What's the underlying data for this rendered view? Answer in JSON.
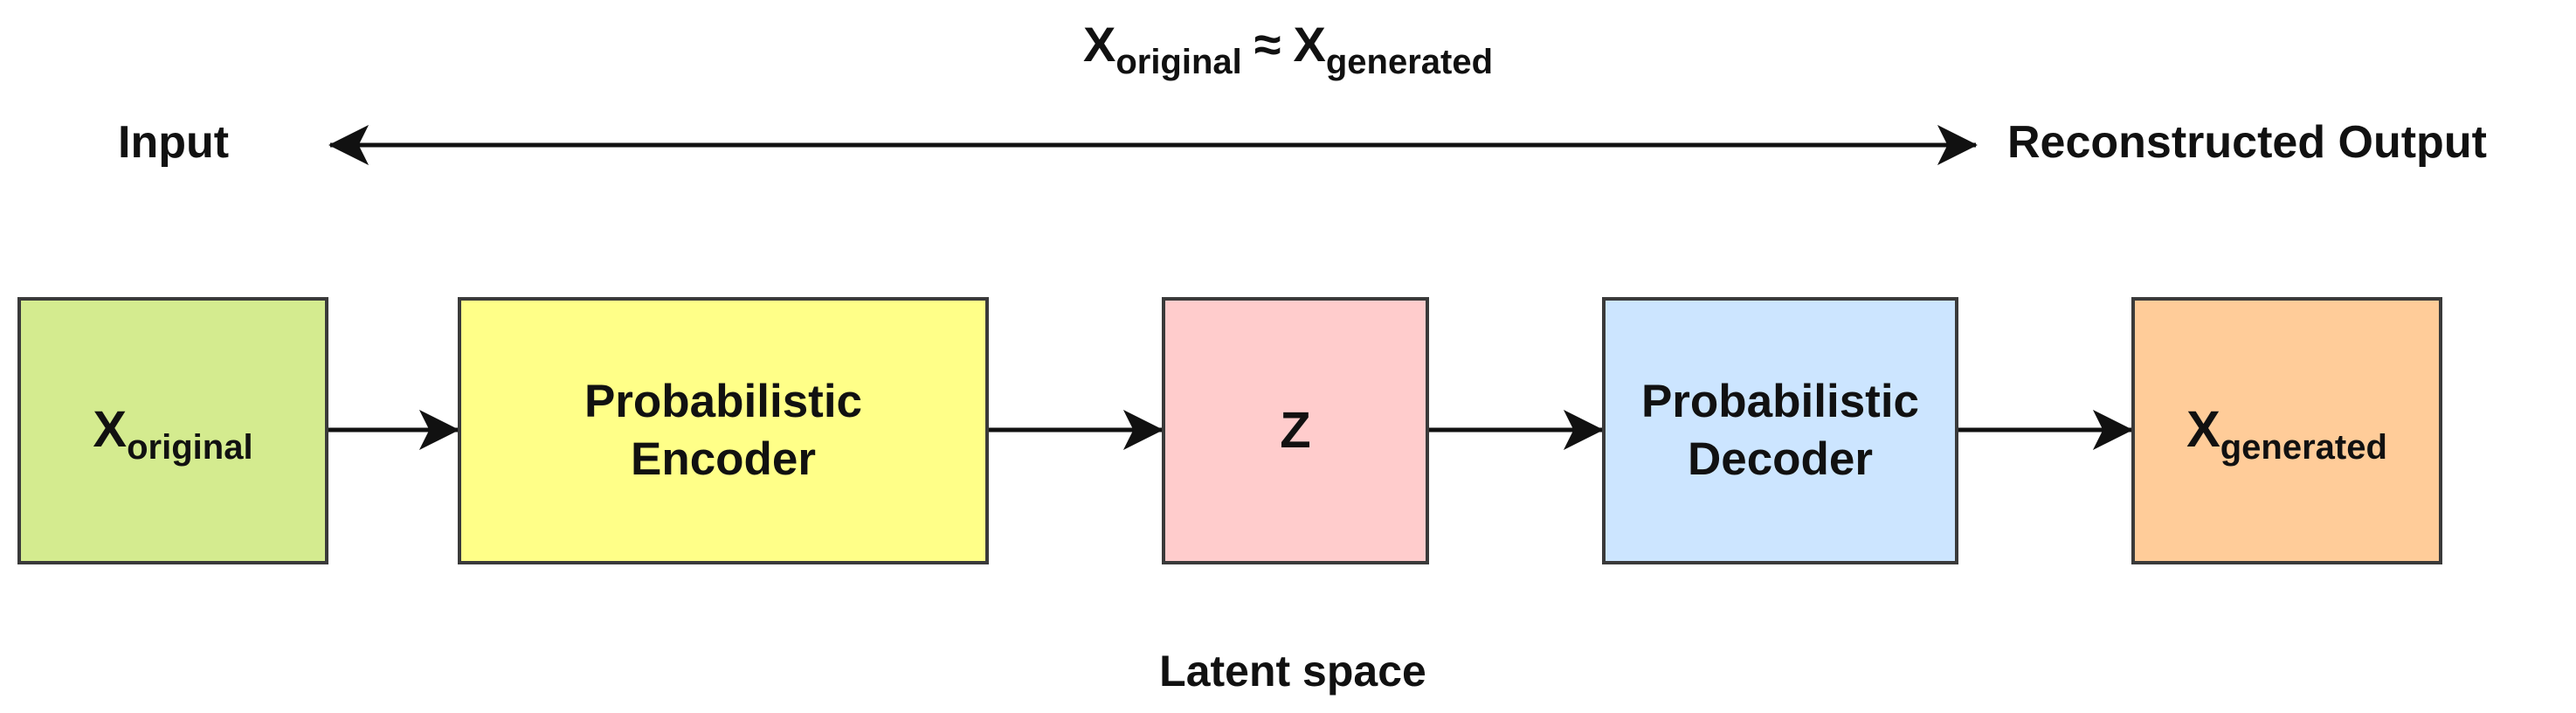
{
  "formula": {
    "lhs_symbol": "X",
    "lhs_subscript": "original",
    "approx_sign": "≈",
    "rhs_symbol": "X",
    "rhs_subscript": "generated"
  },
  "labels": {
    "input": "Input",
    "output": "Reconstructed Output",
    "latent_space": "Latent space"
  },
  "boxes": {
    "x_original": {
      "symbol": "X",
      "subscript": "original",
      "fill": "#d4eb8f"
    },
    "encoder": {
      "line1": "Probabilistic",
      "line2": "Encoder",
      "fill": "#ffff88"
    },
    "z": {
      "symbol": "Z",
      "fill": "#ffcccc"
    },
    "decoder": {
      "line1": "Probabilistic",
      "line2": "Decoder",
      "fill": "#cce5ff"
    },
    "x_generated": {
      "symbol": "X",
      "subscript": "generated",
      "fill": "#ffcc99"
    }
  },
  "colors": {
    "border": "#3a3a3a",
    "arrow": "#111111",
    "text": "#111111"
  }
}
